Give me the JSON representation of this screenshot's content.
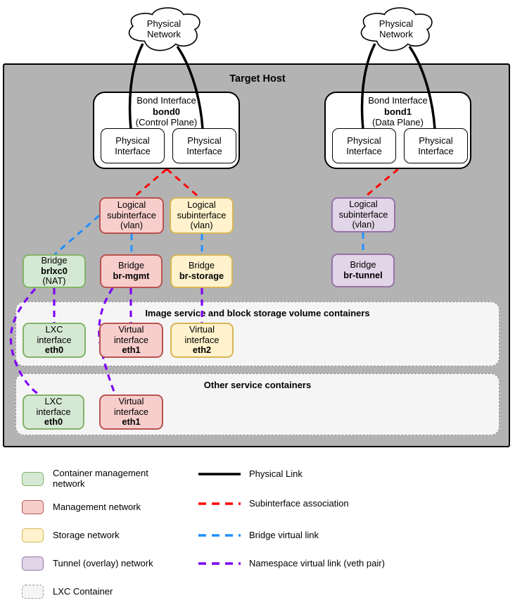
{
  "host": {
    "title": "Target Host"
  },
  "clouds": {
    "left": {
      "label": "Physical\nNetwork"
    },
    "right": {
      "label": "Physical\nNetwork"
    }
  },
  "bonds": {
    "bond0": {
      "kind": "Bond Interface",
      "name": "bond0",
      "plane": "(Control Plane)",
      "port_left": "Physical\nInterface",
      "port_right": "Physical\nInterface"
    },
    "bond1": {
      "kind": "Bond Interface",
      "name": "bond1",
      "plane": "(Data Plane)",
      "port_left": "Physical\nInterface",
      "port_right": "Physical\nInterface"
    }
  },
  "subinterfaces": {
    "mgmt": {
      "label": "Logical\nsubinterface\n(vlan)"
    },
    "storage": {
      "label": "Logical\nsubinterface\n(vlan)"
    },
    "tunnel": {
      "label": "Logical\nsubinterface\n(vlan)"
    }
  },
  "bridges": {
    "brlxc0": {
      "kind": "Bridge",
      "name": "brlxc0",
      "note": "(NAT)"
    },
    "br_mgmt": {
      "kind": "Bridge",
      "name": "br-mgmt"
    },
    "br_storage": {
      "kind": "Bridge",
      "name": "br-storage"
    },
    "br_tunnel": {
      "kind": "Bridge",
      "name": "br-tunnel"
    }
  },
  "containers": {
    "image_service": {
      "title": "Image service and block storage volume containers",
      "eth0": {
        "kind": "LXC\ninterface",
        "name": "eth0"
      },
      "eth1": {
        "kind": "Virtual\ninterface",
        "name": "eth1"
      },
      "eth2": {
        "kind": "Virtual\ninterface",
        "name": "eth2"
      }
    },
    "other": {
      "title": "Other service containers",
      "eth0": {
        "kind": "LXC\ninterface",
        "name": "eth0"
      },
      "eth1": {
        "kind": "Virtual\ninterface",
        "name": "eth1"
      }
    }
  },
  "legend": {
    "swatches": [
      {
        "label": "Container management\nnetwork",
        "fill": "#d5e8d4",
        "stroke": "#82b366"
      },
      {
        "label": "Management network",
        "fill": "#f8cecc",
        "stroke": "#b85450"
      },
      {
        "label": "Storage network",
        "fill": "#fff2cc",
        "stroke": "#d6b656"
      },
      {
        "label": "Tunnel (overlay) network",
        "fill": "#e1d5e7",
        "stroke": "#9673a6"
      },
      {
        "label": "LXC Container",
        "fill": "#f5f5f5",
        "stroke": "#999999",
        "dashed": true
      }
    ],
    "links": [
      {
        "label": "Physical Link",
        "color": "#000000",
        "style": "solid"
      },
      {
        "label": "Subinterface association",
        "color": "#ff0000",
        "style": "dashed"
      },
      {
        "label": "Bridge virtual link",
        "color": "#1e8fff",
        "style": "dashed"
      },
      {
        "label": "Namespace virtual link (veth pair)",
        "color": "#7d00f5",
        "style": "dashed"
      }
    ]
  },
  "colors": {
    "host_fill": "#b3b3b3",
    "container_fill": "#f5f5f5",
    "physical_link": "#000000",
    "subinterface_link": "#ff0000",
    "bridge_link": "#1e8fff",
    "veth_link": "#7d00f5"
  }
}
